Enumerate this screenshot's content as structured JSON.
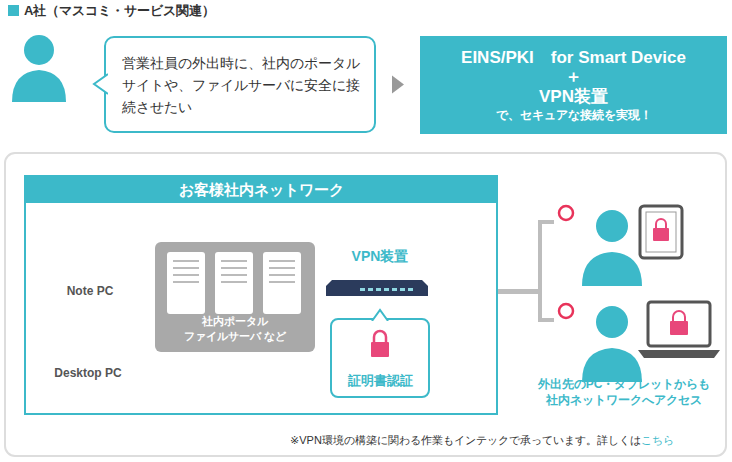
{
  "diagram": {
    "title": "A社（マスコミ・サービス関連）",
    "nodes": [
      {
        "text": [
          "営業社員の外出時に、社内のポータルサイトや、ファイルサーバに安全に接続させたい"
        ]
      },
      {
        "text": [
          "EINS/PKI　for Smart Device",
          "＋",
          "VPN装置",
          "で、セキュアな接続を実現！"
        ]
      },
      {
        "text": [
          "お客様社内ネットワーク"
        ]
      },
      {
        "text": [
          "社内ポータル ファイルサーバ など"
        ],
        "in": 2
      },
      {
        "text": [
          "VPN装置"
        ],
        "in": 2
      },
      {
        "text": [
          "証明書認証"
        ],
        "in": 2
      }
    ],
    "edges": [
      {
        "from": 0,
        "to": 1,
        "arrow": "to"
      }
    ],
    "labels": [
      "Note PC",
      "Desktop PC",
      "外出先のPC・タブレットからも社内ネットワークへアクセス",
      "※VPN環境の構築に関わる作業もインテックで承っています。詳しくは",
      "こちら"
    ]
  }
}
